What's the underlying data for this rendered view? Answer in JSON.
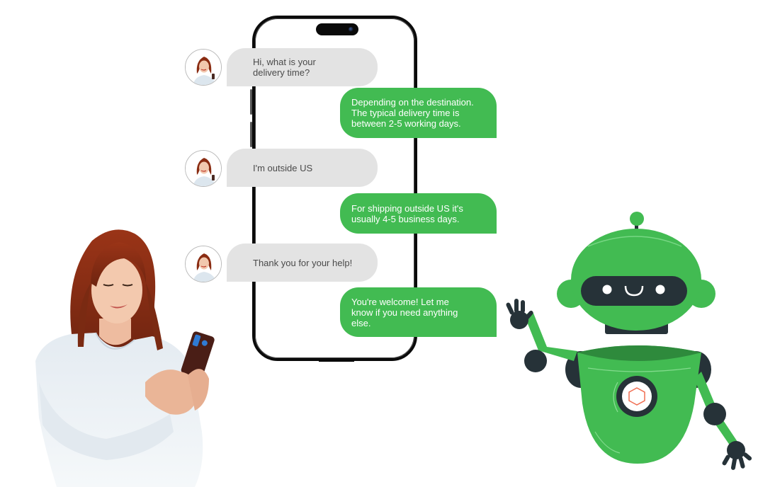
{
  "colors": {
    "bot_bubble": "#42bb52",
    "user_bubble": "#e3e3e3",
    "user_text": "#4a4a4a",
    "bot_text": "#ffffff",
    "robot_green": "#42bb52",
    "robot_dark_green": "#2e8a3c",
    "robot_dark": "#263238",
    "robot_core_accent": "#f06e52"
  },
  "chat": {
    "messages": [
      {
        "sender": "user",
        "text": "Hi, what is your\ndelivery time?"
      },
      {
        "sender": "bot",
        "text": "Depending on the destination.\nThe typical delivery time is\nbetween 2-5 working days."
      },
      {
        "sender": "user",
        "text": "I'm outside US"
      },
      {
        "sender": "bot",
        "text": "For shipping outside US it's\nusually 4-5 business days."
      },
      {
        "sender": "user",
        "text": "Thank you for your help!"
      },
      {
        "sender": "bot",
        "text": "You're welcome! Let me\nknow if you need anything\nelse."
      }
    ]
  },
  "illustrations": {
    "user_avatar": "woman-avatar",
    "user_figure": "woman-holding-phone",
    "bot_figure": "green-waving-robot",
    "device": "smartphone-outline"
  }
}
